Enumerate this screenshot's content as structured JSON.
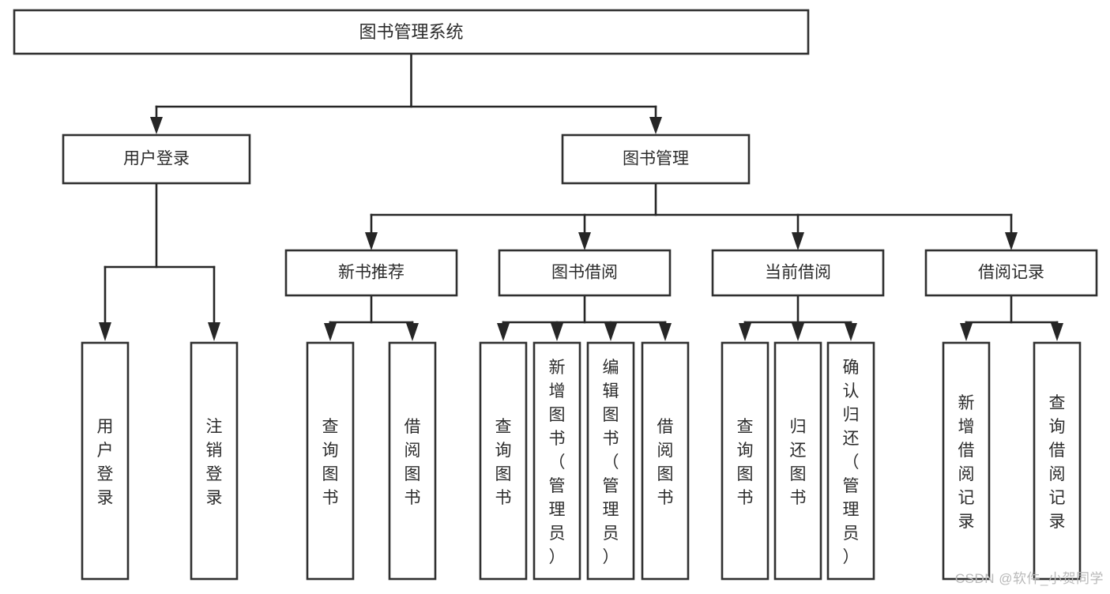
{
  "diagram": {
    "type": "tree-hierarchy-diagram",
    "title": "图书管理系统",
    "watermark": "CSDN @软件_小贺同学",
    "colors": {
      "box_fill": "#ffffff",
      "box_stroke": "#303030",
      "connector": "#262626",
      "text": "#2b2b2b",
      "background": "#ffffff",
      "watermark": "#b9b9b9"
    },
    "root": {
      "label": "图书管理系统"
    },
    "level2": [
      {
        "label": "用户登录"
      },
      {
        "label": "图书管理"
      }
    ],
    "level3": [
      {
        "label": "新书推荐"
      },
      {
        "label": "图书借阅"
      },
      {
        "label": "当前借阅"
      },
      {
        "label": "借阅记录"
      }
    ],
    "leaves": {
      "user_login": [
        {
          "label": "用户登录"
        },
        {
          "label": "注销登录"
        }
      ],
      "new_book_recommend": [
        {
          "label": "查询图书"
        },
        {
          "label": "借阅图书"
        }
      ],
      "book_borrow": [
        {
          "label": "查询图书"
        },
        {
          "label": "新增图书（管理员）"
        },
        {
          "label": "编辑图书（管理员）"
        },
        {
          "label": "借阅图书"
        }
      ],
      "current_borrow": [
        {
          "label": "查询图书"
        },
        {
          "label": "归还图书"
        },
        {
          "label": "确认归还（管理员）"
        }
      ],
      "borrow_record": [
        {
          "label": "新增借阅记录"
        },
        {
          "label": "查询借阅记录"
        }
      ]
    }
  }
}
